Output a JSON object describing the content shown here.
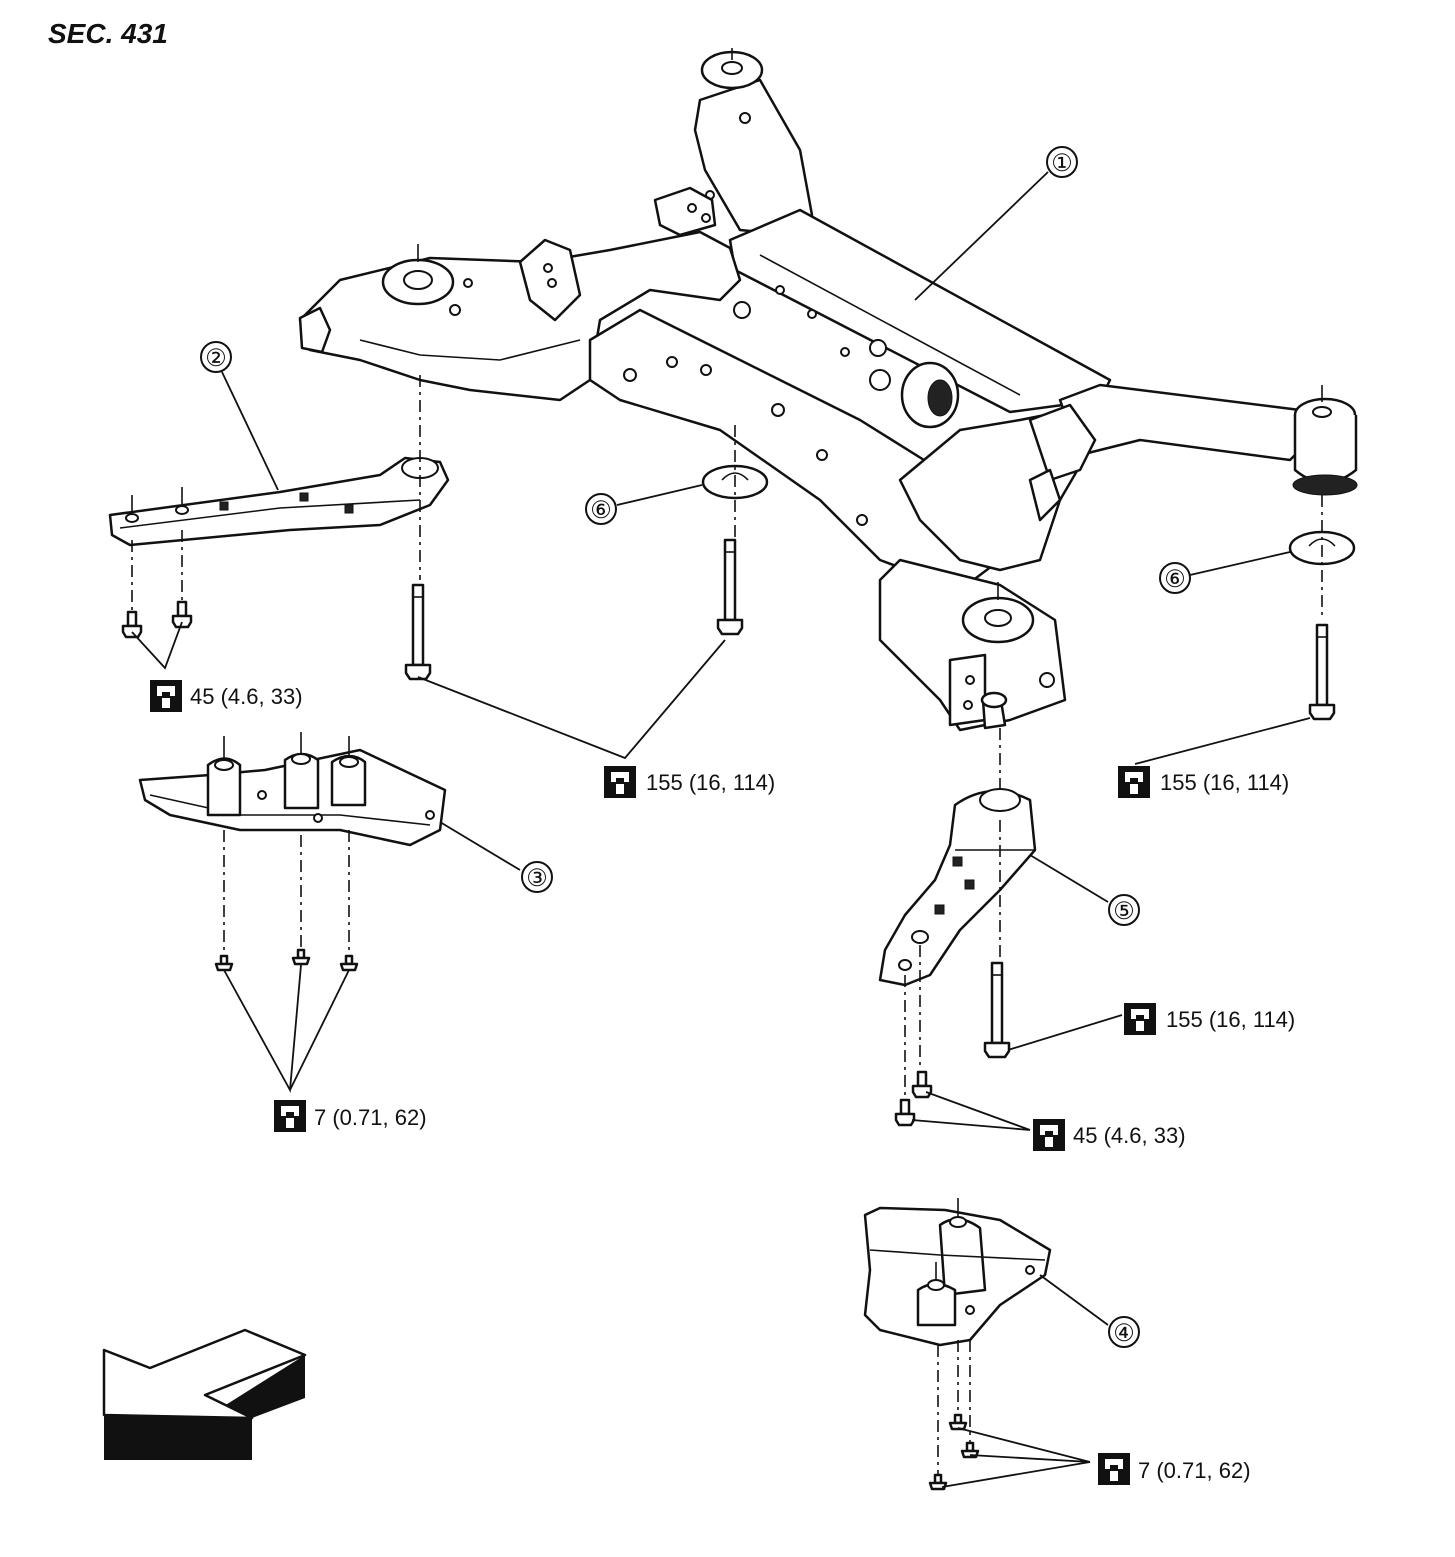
{
  "section_label": "SEC. 431",
  "callouts": {
    "c1": "①",
    "c2": "②",
    "c3": "③",
    "c4": "④",
    "c5": "⑤",
    "c6a": "⑥",
    "c6b": "⑥"
  },
  "torque_specs": {
    "t_bracket2_bolts": "45 (4.6, 33)",
    "t_center_bolts": "155 (16, 114)",
    "t_right_bolt": "155 (16, 114)",
    "t_bracket5_bolt": "155 (16, 114)",
    "t_bracket5_small": "45 (4.6, 33)",
    "t_cover3": "7 (0.71, 62)",
    "t_cover4": "7 (0.71, 62)"
  },
  "icons": {
    "torque": "torque-wrench-icon",
    "direction": "front-direction-arrow-icon"
  },
  "colors": {
    "line": "#111111",
    "background": "#ffffff"
  }
}
